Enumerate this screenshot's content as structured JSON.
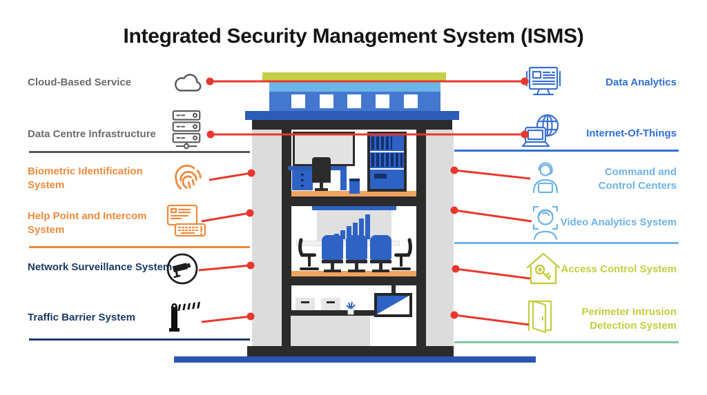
{
  "title": "Integrated Security Management System (ISMS)",
  "left_items": [
    {
      "label": "Cloud-Based Service",
      "icon": "cloud-icon",
      "color": "#6B6B6E"
    },
    {
      "label": "Data Centre Infrastructure",
      "icon": "server-rack-icon",
      "color": "#6B6B6E"
    },
    {
      "label": "Biometric Identification System",
      "icon": "fingerprint-icon",
      "color": "#ED8B3D"
    },
    {
      "label": "Help Point and Intercom System",
      "icon": "intercom-icon",
      "color": "#ED8B3D"
    },
    {
      "label": "Network Surveillance System",
      "icon": "cctv-camera-icon",
      "color": "#1A3A66"
    },
    {
      "label": "Traffic Barrier System",
      "icon": "traffic-barrier-icon",
      "color": "#1A3A66"
    }
  ],
  "right_items": [
    {
      "label": "Data Analytics",
      "icon": "analytics-monitor-icon",
      "color": "#2F6FD2"
    },
    {
      "label": "Internet-Of-Things",
      "icon": "iot-globe-laptop-icon",
      "color": "#2F6FD2"
    },
    {
      "label": "Command and Control Centers",
      "icon": "operator-headset-icon",
      "color": "#6FB3E5"
    },
    {
      "label": "Video Analytics System",
      "icon": "face-recognition-icon",
      "color": "#6FB3E5"
    },
    {
      "label": "Access Control System",
      "icon": "house-key-icon",
      "color": "#C2CE3E"
    },
    {
      "label": "Perimeter Intrusion Detection System",
      "icon": "open-door-icon",
      "color": "#C2CE3E"
    }
  ],
  "colors": {
    "red_connector": "#E8372C",
    "gray_label": "#6B6B6E",
    "orange_label": "#ED8B3D",
    "navy_label": "#1A3A66",
    "blue_label": "#2F6FD2",
    "light_blue_label": "#6FB3E5",
    "green_label": "#C2CE3E",
    "gray_divider": "#54565A",
    "green_divider": "#7FC59E",
    "building_roof_olive": "#C4CF45",
    "building_roof_light_blue": "#6CB5E8",
    "building_window_band": "#4478CE",
    "building_cornice": "#2C5CB8",
    "building_wall_gray": "#DCDCDD",
    "building_frame_dark": "#2B2B2B",
    "floor_orange": "#F0A35E",
    "furniture_blue": "#2E62C4",
    "ground_blue": "#2C55B0"
  }
}
